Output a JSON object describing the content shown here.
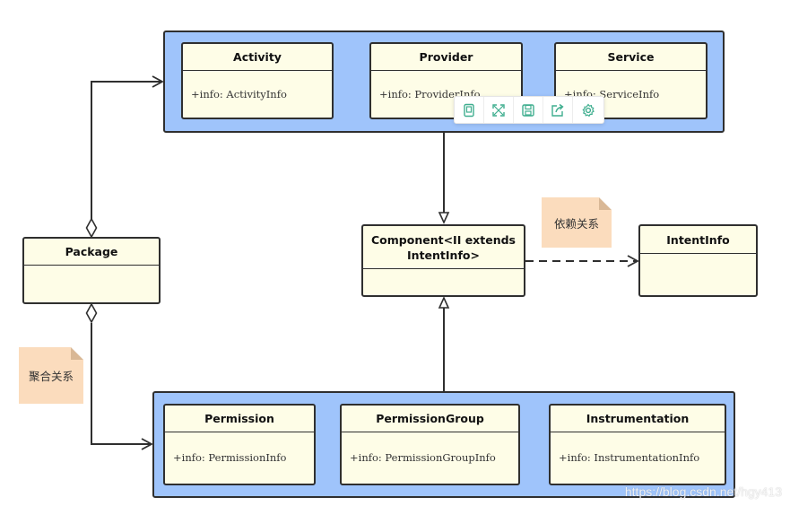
{
  "top_group": {
    "classes": [
      {
        "title": "Activity",
        "member": "+info: ActivityInfo"
      },
      {
        "title": "Provider",
        "member": "+info: ProviderInfo"
      },
      {
        "title": "Service",
        "member": "+info: ServiceInfo"
      }
    ]
  },
  "bottom_group": {
    "classes": [
      {
        "title": "Permission",
        "member": "+info: PermissionInfo"
      },
      {
        "title": "PermissionGroup",
        "member": "+info: PermissionGroupInfo"
      },
      {
        "title": "Instrumentation",
        "member": "+info: InstrumentationInfo"
      }
    ]
  },
  "package": {
    "title": "Package"
  },
  "component": {
    "title_line1": "Component<II extends",
    "title_line2": "IntentInfo>"
  },
  "intentinfo": {
    "title": "IntentInfo"
  },
  "notes": {
    "dependency": "依赖关系",
    "aggregation": "聚合关系"
  },
  "toolbar": {
    "icons": [
      "fit-page-icon",
      "fullscreen-icon",
      "save-icon",
      "share-icon",
      "settings-icon"
    ],
    "color": "#3fae8f"
  },
  "watermark": "https://blog.csdn.net/hgy413",
  "colors": {
    "group_fill": "#9fc4fb",
    "class_fill": "#fefde7",
    "note_fill": "#fbdcbd",
    "stroke": "#2f2f2f"
  }
}
